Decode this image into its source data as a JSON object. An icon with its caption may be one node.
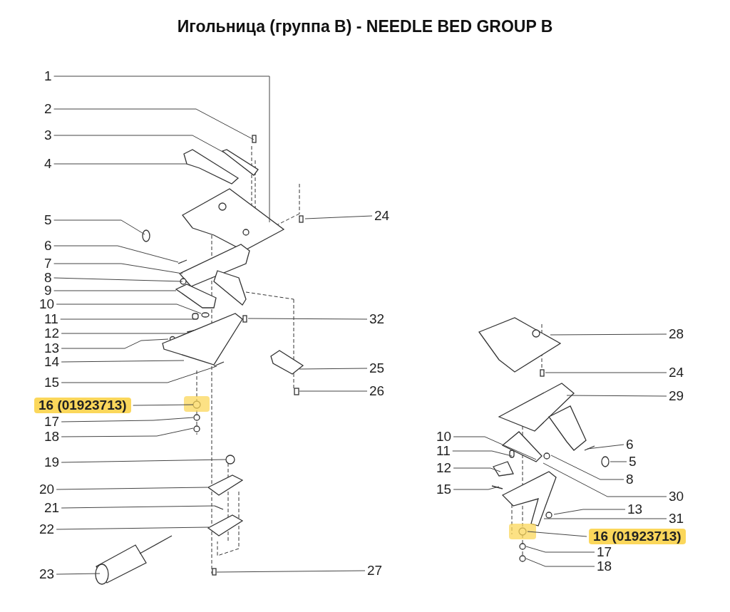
{
  "diagram": {
    "title": "Игольница (группа B) - NEEDLE BED GROUP B",
    "nodes": [
      {
        "text": [
          "1"
        ]
      },
      {
        "text": [
          "2"
        ]
      },
      {
        "text": [
          "3"
        ]
      },
      {
        "text": [
          "4"
        ]
      },
      {
        "text": [
          "5"
        ]
      },
      {
        "text": [
          "6"
        ]
      },
      {
        "text": [
          "7"
        ]
      },
      {
        "text": [
          "8"
        ]
      },
      {
        "text": [
          "9"
        ]
      },
      {
        "text": [
          "10"
        ]
      },
      {
        "text": [
          "11"
        ]
      },
      {
        "text": [
          "12"
        ]
      },
      {
        "text": [
          "13"
        ]
      },
      {
        "text": [
          "14"
        ]
      },
      {
        "text": [
          "15"
        ]
      },
      {
        "text": [
          "16 (01923713)"
        ]
      },
      {
        "text": [
          "17"
        ]
      },
      {
        "text": [
          "18"
        ]
      },
      {
        "text": [
          "19"
        ]
      },
      {
        "text": [
          "20"
        ]
      },
      {
        "text": [
          "21"
        ]
      },
      {
        "text": [
          "22"
        ]
      },
      {
        "text": [
          "23"
        ]
      },
      {
        "text": [
          "24"
        ]
      },
      {
        "text": [
          "32"
        ]
      },
      {
        "text": [
          "25"
        ]
      },
      {
        "text": [
          "26"
        ]
      },
      {
        "text": [
          "27"
        ]
      },
      {
        "text": [
          "28"
        ]
      },
      {
        "text": [
          "24"
        ]
      },
      {
        "text": [
          "29"
        ]
      },
      {
        "text": [
          "10"
        ]
      },
      {
        "text": [
          "11"
        ]
      },
      {
        "text": [
          "6"
        ]
      },
      {
        "text": [
          "12"
        ]
      },
      {
        "text": [
          "5"
        ]
      },
      {
        "text": [
          "8"
        ]
      },
      {
        "text": [
          "15"
        ]
      },
      {
        "text": [
          "30"
        ]
      },
      {
        "text": [
          "13"
        ]
      },
      {
        "text": [
          "31"
        ]
      },
      {
        "text": [
          "16 (01923713)"
        ]
      },
      {
        "text": [
          "17"
        ]
      },
      {
        "text": [
          "18"
        ]
      }
    ],
    "edges": [
      {
        "from": 0,
        "to": null,
        "arrow": "none"
      },
      {
        "from": 1,
        "to": null,
        "arrow": "none"
      },
      {
        "from": 2,
        "to": null,
        "arrow": "none"
      },
      {
        "from": 3,
        "to": null,
        "arrow": "none"
      },
      {
        "from": 4,
        "to": null,
        "arrow": "none"
      },
      {
        "from": 5,
        "to": null,
        "arrow": "none"
      },
      {
        "from": 6,
        "to": null,
        "arrow": "none"
      },
      {
        "from": 7,
        "to": null,
        "arrow": "none"
      },
      {
        "from": 8,
        "to": null,
        "arrow": "none"
      },
      {
        "from": 9,
        "to": null,
        "arrow": "none"
      },
      {
        "from": 10,
        "to": null,
        "arrow": "none"
      },
      {
        "from": 11,
        "to": null,
        "arrow": "none"
      },
      {
        "from": 12,
        "to": null,
        "arrow": "none"
      },
      {
        "from": 13,
        "to": null,
        "arrow": "none"
      },
      {
        "from": 14,
        "to": null,
        "arrow": "none"
      },
      {
        "from": 15,
        "to": null,
        "arrow": "none"
      },
      {
        "from": 16,
        "to": null,
        "arrow": "none"
      },
      {
        "from": 17,
        "to": null,
        "arrow": "none"
      },
      {
        "from": 18,
        "to": null,
        "arrow": "none"
      },
      {
        "from": 19,
        "to": null,
        "arrow": "none"
      },
      {
        "from": 20,
        "to": null,
        "arrow": "none"
      },
      {
        "from": 21,
        "to": null,
        "arrow": "none"
      },
      {
        "from": 22,
        "to": null,
        "arrow": "none"
      },
      {
        "from": 23,
        "to": null,
        "arrow": "none"
      },
      {
        "from": 24,
        "to": null,
        "arrow": "none"
      },
      {
        "from": 25,
        "to": null,
        "arrow": "none"
      },
      {
        "from": 26,
        "to": null,
        "arrow": "none"
      },
      {
        "from": 27,
        "to": null,
        "arrow": "none"
      },
      {
        "from": 28,
        "to": null,
        "arrow": "none"
      },
      {
        "from": 29,
        "to": null,
        "arrow": "none"
      },
      {
        "from": 30,
        "to": null,
        "arrow": "none"
      },
      {
        "from": 31,
        "to": null,
        "arrow": "none"
      },
      {
        "from": 32,
        "to": null,
        "arrow": "none"
      },
      {
        "from": 33,
        "to": null,
        "arrow": "none"
      },
      {
        "from": 34,
        "to": null,
        "arrow": "none"
      },
      {
        "from": 35,
        "to": null,
        "arrow": "none"
      },
      {
        "from": 36,
        "to": null,
        "arrow": "none"
      },
      {
        "from": 37,
        "to": null,
        "arrow": "none"
      },
      {
        "from": 38,
        "to": null,
        "arrow": "none"
      },
      {
        "from": 39,
        "to": null,
        "arrow": "none"
      },
      {
        "from": 40,
        "to": null,
        "arrow": "none"
      },
      {
        "from": 41,
        "to": null,
        "arrow": "none"
      },
      {
        "from": 42,
        "to": null,
        "arrow": "none"
      },
      {
        "from": 43,
        "to": null,
        "arrow": "none"
      }
    ]
  }
}
